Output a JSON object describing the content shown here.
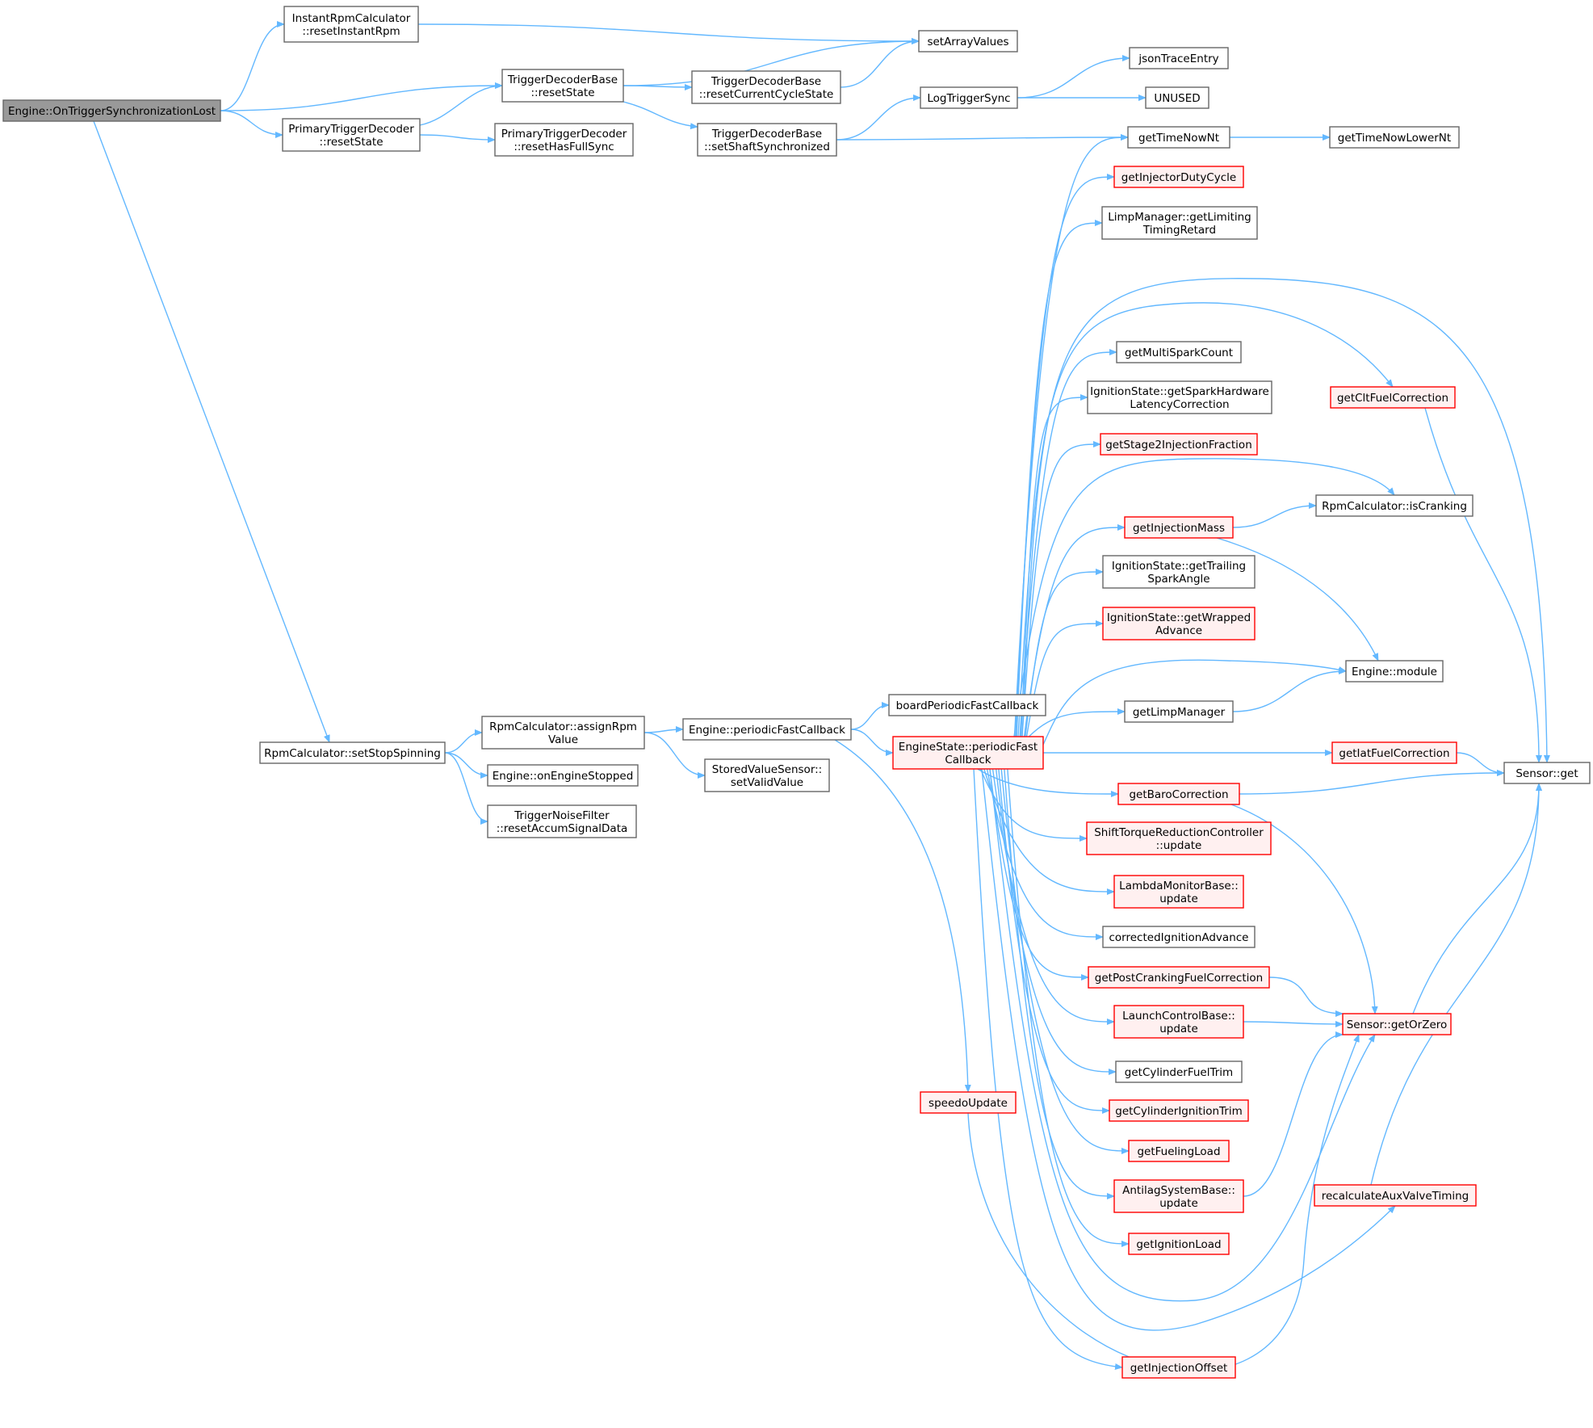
{
  "colors": {
    "edge": "#63b8ff",
    "node_border": "#666666",
    "node_fill": "#ffffff",
    "root_fill": "#999999",
    "root_border": "#666666",
    "red_border": "#ff0000",
    "red_fill": "#fff0f0"
  },
  "nodes": [
    {
      "id": "root",
      "lines": [
        "Engine::OnTriggerSynchronizationLost"
      ],
      "style": "root"
    },
    {
      "id": "instantReset",
      "lines": [
        "InstantRpmCalculator",
        "::resetInstantRpm"
      ],
      "style": "normal"
    },
    {
      "id": "tdbReset",
      "lines": [
        "TriggerDecoderBase",
        "::resetState"
      ],
      "style": "normal"
    },
    {
      "id": "ptdReset",
      "lines": [
        "PrimaryTriggerDecoder",
        "::resetState"
      ],
      "style": "normal"
    },
    {
      "id": "setStop",
      "lines": [
        "RpmCalculator::setStopSpinning"
      ],
      "style": "normal"
    },
    {
      "id": "setArray",
      "lines": [
        "setArrayValues"
      ],
      "style": "normal"
    },
    {
      "id": "tdbCycle",
      "lines": [
        "TriggerDecoderBase",
        "::resetCurrentCycleState"
      ],
      "style": "normal"
    },
    {
      "id": "tdbShaft",
      "lines": [
        "TriggerDecoderBase",
        "::setShaftSynchronized"
      ],
      "style": "normal"
    },
    {
      "id": "ptdFull",
      "lines": [
        "PrimaryTriggerDecoder",
        "::resetHasFullSync"
      ],
      "style": "normal"
    },
    {
      "id": "logSync",
      "lines": [
        "LogTriggerSync"
      ],
      "style": "normal"
    },
    {
      "id": "json",
      "lines": [
        "jsonTraceEntry"
      ],
      "style": "normal"
    },
    {
      "id": "unused",
      "lines": [
        "UNUSED"
      ],
      "style": "normal"
    },
    {
      "id": "timeNow",
      "lines": [
        "getTimeNowNt"
      ],
      "style": "normal"
    },
    {
      "id": "timeLower",
      "lines": [
        "getTimeNowLowerNt"
      ],
      "style": "normal"
    },
    {
      "id": "assignRpm",
      "lines": [
        "RpmCalculator::assignRpm",
        "Value"
      ],
      "style": "normal"
    },
    {
      "id": "engStopped",
      "lines": [
        "Engine::onEngineStopped"
      ],
      "style": "normal"
    },
    {
      "id": "noise",
      "lines": [
        "TriggerNoiseFilter",
        "::resetAccumSignalData"
      ],
      "style": "normal"
    },
    {
      "id": "engFast",
      "lines": [
        "Engine::periodicFastCallback"
      ],
      "style": "normal"
    },
    {
      "id": "stored",
      "lines": [
        "StoredValueSensor::",
        "setValidValue"
      ],
      "style": "normal"
    },
    {
      "id": "board",
      "lines": [
        "boardPeriodicFastCallback"
      ],
      "style": "normal"
    },
    {
      "id": "esFast",
      "lines": [
        "EngineState::periodicFast",
        "Callback"
      ],
      "style": "red"
    },
    {
      "id": "speedo",
      "lines": [
        "speedoUpdate"
      ],
      "style": "red"
    },
    {
      "id": "injDuty",
      "lines": [
        "getInjectorDutyCycle"
      ],
      "style": "red"
    },
    {
      "id": "limpRetard",
      "lines": [
        "LimpManager::getLimiting",
        "TimingRetard"
      ],
      "style": "normal"
    },
    {
      "id": "multiSpark",
      "lines": [
        "getMultiSparkCount"
      ],
      "style": "normal"
    },
    {
      "id": "sparkLat",
      "lines": [
        "IgnitionState::getSparkHardware",
        "LatencyCorrection"
      ],
      "style": "normal"
    },
    {
      "id": "stage2",
      "lines": [
        "getStage2InjectionFraction"
      ],
      "style": "red"
    },
    {
      "id": "injMass",
      "lines": [
        "getInjectionMass"
      ],
      "style": "red"
    },
    {
      "id": "trailing",
      "lines": [
        "IgnitionState::getTrailing",
        "SparkAngle"
      ],
      "style": "normal"
    },
    {
      "id": "wrapped",
      "lines": [
        "IgnitionState::getWrapped",
        "Advance"
      ],
      "style": "red"
    },
    {
      "id": "limpMgr",
      "lines": [
        "getLimpManager"
      ],
      "style": "normal"
    },
    {
      "id": "baro",
      "lines": [
        "getBaroCorrection"
      ],
      "style": "red"
    },
    {
      "id": "shiftTorque",
      "lines": [
        "ShiftTorqueReductionController",
        "::update"
      ],
      "style": "red"
    },
    {
      "id": "lambda",
      "lines": [
        "LambdaMonitorBase::",
        "update"
      ],
      "style": "red"
    },
    {
      "id": "corrIgn",
      "lines": [
        "correctedIgnitionAdvance"
      ],
      "style": "normal"
    },
    {
      "id": "postCrank",
      "lines": [
        "getPostCrankingFuelCorrection"
      ],
      "style": "red"
    },
    {
      "id": "launch",
      "lines": [
        "LaunchControlBase::",
        "update"
      ],
      "style": "red"
    },
    {
      "id": "cylFuel",
      "lines": [
        "getCylinderFuelTrim"
      ],
      "style": "normal"
    },
    {
      "id": "cylIgn",
      "lines": [
        "getCylinderIgnitionTrim"
      ],
      "style": "red"
    },
    {
      "id": "fuelLoad",
      "lines": [
        "getFuelingLoad"
      ],
      "style": "red"
    },
    {
      "id": "antilag",
      "lines": [
        "AntilagSystemBase::",
        "update"
      ],
      "style": "red"
    },
    {
      "id": "ignLoad",
      "lines": [
        "getIgnitionLoad"
      ],
      "style": "red"
    },
    {
      "id": "injOffset",
      "lines": [
        "getInjectionOffset"
      ],
      "style": "red"
    },
    {
      "id": "cltFuel",
      "lines": [
        "getCltFuelCorrection"
      ],
      "style": "red"
    },
    {
      "id": "isCranking",
      "lines": [
        "RpmCalculator::isCranking"
      ],
      "style": "normal"
    },
    {
      "id": "engModule",
      "lines": [
        "Engine::module"
      ],
      "style": "normal"
    },
    {
      "id": "iatFuel",
      "lines": [
        "getIatFuelCorrection"
      ],
      "style": "red"
    },
    {
      "id": "orZero",
      "lines": [
        "Sensor::getOrZero"
      ],
      "style": "red"
    },
    {
      "id": "auxValve",
      "lines": [
        "recalculateAuxValveTiming"
      ],
      "style": "red"
    },
    {
      "id": "sensorGet",
      "lines": [
        "Sensor::get"
      ],
      "style": "normal"
    }
  ],
  "edges": [
    [
      "root",
      "instantReset"
    ],
    [
      "root",
      "tdbReset"
    ],
    [
      "root",
      "ptdReset"
    ],
    [
      "root",
      "setStop"
    ],
    [
      "instantReset",
      "setArray"
    ],
    [
      "tdbReset",
      "setArray"
    ],
    [
      "tdbReset",
      "tdbCycle"
    ],
    [
      "tdbReset",
      "tdbShaft"
    ],
    [
      "tdbCycle",
      "setArray"
    ],
    [
      "ptdReset",
      "tdbReset"
    ],
    [
      "ptdReset",
      "ptdFull"
    ],
    [
      "tdbShaft",
      "logSync"
    ],
    [
      "tdbShaft",
      "timeNow"
    ],
    [
      "logSync",
      "json"
    ],
    [
      "logSync",
      "unused"
    ],
    [
      "timeNow",
      "timeLower"
    ],
    [
      "setStop",
      "assignRpm"
    ],
    [
      "setStop",
      "engStopped"
    ],
    [
      "setStop",
      "noise"
    ],
    [
      "assignRpm",
      "engFast"
    ],
    [
      "assignRpm",
      "stored"
    ],
    [
      "engFast",
      "board"
    ],
    [
      "engFast",
      "esFast"
    ],
    [
      "engFast",
      "speedo"
    ],
    [
      "esFast",
      "timeNow"
    ],
    [
      "esFast",
      "injDuty"
    ],
    [
      "esFast",
      "limpRetard"
    ],
    [
      "esFast",
      "sensorGet"
    ],
    [
      "esFast",
      "cltFuel"
    ],
    [
      "esFast",
      "multiSpark"
    ],
    [
      "esFast",
      "sparkLat"
    ],
    [
      "esFast",
      "stage2"
    ],
    [
      "esFast",
      "isCranking"
    ],
    [
      "esFast",
      "injMass"
    ],
    [
      "esFast",
      "trailing"
    ],
    [
      "esFast",
      "wrapped"
    ],
    [
      "esFast",
      "engModule"
    ],
    [
      "esFast",
      "limpMgr"
    ],
    [
      "esFast",
      "iatFuel"
    ],
    [
      "esFast",
      "baro"
    ],
    [
      "esFast",
      "shiftTorque"
    ],
    [
      "esFast",
      "lambda"
    ],
    [
      "esFast",
      "corrIgn"
    ],
    [
      "esFast",
      "postCrank"
    ],
    [
      "esFast",
      "launch"
    ],
    [
      "esFast",
      "cylFuel"
    ],
    [
      "esFast",
      "cylIgn"
    ],
    [
      "esFast",
      "fuelLoad"
    ],
    [
      "esFast",
      "antilag"
    ],
    [
      "esFast",
      "ignLoad"
    ],
    [
      "esFast",
      "orZero"
    ],
    [
      "esFast",
      "auxValve"
    ],
    [
      "esFast",
      "injOffset"
    ],
    [
      "injMass",
      "isCranking"
    ],
    [
      "injMass",
      "engModule"
    ],
    [
      "limpMgr",
      "engModule"
    ],
    [
      "cltFuel",
      "sensorGet"
    ],
    [
      "iatFuel",
      "sensorGet"
    ],
    [
      "baro",
      "sensorGet"
    ],
    [
      "baro",
      "orZero"
    ],
    [
      "postCrank",
      "orZero"
    ],
    [
      "launch",
      "orZero"
    ],
    [
      "antilag",
      "orZero"
    ],
    [
      "orZero",
      "sensorGet"
    ],
    [
      "auxValve",
      "sensorGet"
    ],
    [
      "speedo",
      "orZero"
    ]
  ]
}
